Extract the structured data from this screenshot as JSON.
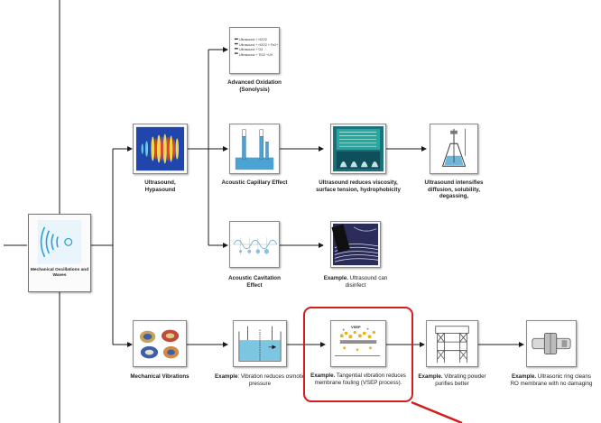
{
  "nodes": {
    "root": {
      "title": "Mechanical Oscillations and Waves"
    },
    "ultrasound": {
      "title": "Ultrasound, Hypasound"
    },
    "advanced_oxidation": {
      "title": "Advanced Oxidation (Sonolysis)",
      "legend": [
        "Ultrasound + H2O2",
        "Ultrasound + H2O2 + Fe2+",
        "Ultrasound + O3",
        "Ultrasound + TiO2 +UV"
      ]
    },
    "capillary": {
      "title": "Acoustic Capillary Effect"
    },
    "reduces": {
      "title": "Ultrasound reduces viscosity, surface tension, hydrophobicity"
    },
    "intensifies": {
      "title": "Ultrasound intensifies diffusion, solubility, degassing,"
    },
    "cavitation": {
      "title": "Acoustic Cavitation Effect"
    },
    "disinfect": {
      "prefix": "Example.",
      "text": " Ultrasound can disinfect"
    },
    "mechanical": {
      "title": "Mechanical Vibrations"
    },
    "osmotic": {
      "prefix": "Example",
      "text": ": Vibration reduces osmotic pressure"
    },
    "vsep": {
      "prefix": "Example.",
      "text": " Tangential vibration reduces membrane fouling (VSEP process).",
      "image_caption": "VSEP"
    },
    "powder": {
      "prefix": "Example.",
      "text": " Vibrating powder purifies better"
    },
    "ring": {
      "prefix": "Example.",
      "text": " Ultrasonic ring cleans RO membrane with no damaging"
    }
  },
  "colors": {
    "line": "#1a1a1a",
    "highlight": "#d41c1c",
    "water": "#6fb6d9",
    "wave_blue": "#2a9fd6"
  }
}
